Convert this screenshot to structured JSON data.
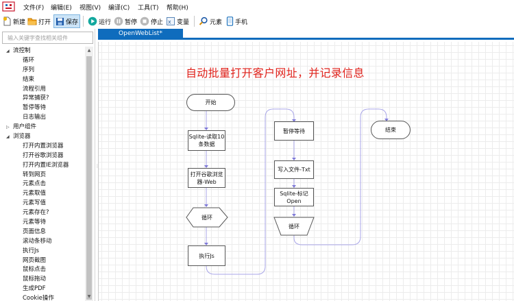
{
  "menu": [
    "文件(F)",
    "编辑(E)",
    "视图(V)",
    "编译(C)",
    "工具(T)",
    "帮助(H)"
  ],
  "toolbar": {
    "new": "新建",
    "open": "打开",
    "save": "保存",
    "run": "运行",
    "pause": "暂停",
    "stop": "停止",
    "variables": "变量",
    "element": "元素",
    "phone": "手机"
  },
  "sidebar": {
    "search_placeholder": "输入关键字查找相关组件",
    "tree": [
      {
        "label": "流控制",
        "level": 0,
        "expanded": true
      },
      {
        "label": "循环",
        "level": 1
      },
      {
        "label": "序列",
        "level": 1
      },
      {
        "label": "结束",
        "level": 1
      },
      {
        "label": "流程引用",
        "level": 1
      },
      {
        "label": "异常捕获?",
        "level": 1
      },
      {
        "label": "暂停等待",
        "level": 1
      },
      {
        "label": "日志输出",
        "level": 1
      },
      {
        "label": "用户组件",
        "level": 0,
        "expanded": false
      },
      {
        "label": "浏览器",
        "level": 0,
        "expanded": true
      },
      {
        "label": "打开内置浏览器",
        "level": 1
      },
      {
        "label": "打开谷歌浏览器",
        "level": 1
      },
      {
        "label": "打开内置IE浏览器",
        "level": 1
      },
      {
        "label": "转到网页",
        "level": 1
      },
      {
        "label": "元素点击",
        "level": 1
      },
      {
        "label": "元素取值",
        "level": 1
      },
      {
        "label": "元素写值",
        "level": 1
      },
      {
        "label": "元素存在?",
        "level": 1
      },
      {
        "label": "元素等待",
        "level": 1
      },
      {
        "label": "页面信息",
        "level": 1
      },
      {
        "label": "滚动条移动",
        "level": 1
      },
      {
        "label": "执行Js",
        "level": 1
      },
      {
        "label": "网页截图",
        "level": 1
      },
      {
        "label": "鼠标点击",
        "level": 1
      },
      {
        "label": "鼠标拖动",
        "level": 1
      },
      {
        "label": "生成PDF",
        "level": 1
      },
      {
        "label": "Cookie操作",
        "level": 1
      }
    ]
  },
  "tab": {
    "label": "OpenWebList*"
  },
  "canvas": {
    "title": "自动批量打开客户网址，并记录信息",
    "nodes": {
      "start": "开始",
      "sqlite_read": "Sqlite-读取10\n条数据",
      "open_chrome": "打开谷歌浏览\n器-Web",
      "loop_start": "循环",
      "exec_js": "执行Js",
      "pause_wait": "暂停等待",
      "write_file": "写入文件-Txt",
      "sqlite_mark": "Sqlite-标记\nOpen",
      "loop_end": "循环",
      "end": "结束"
    }
  },
  "colors": {
    "accent": "#0f6cbd",
    "title_red": "#e0231c",
    "connector": "#a9a6e8",
    "node_border": "#555555"
  }
}
